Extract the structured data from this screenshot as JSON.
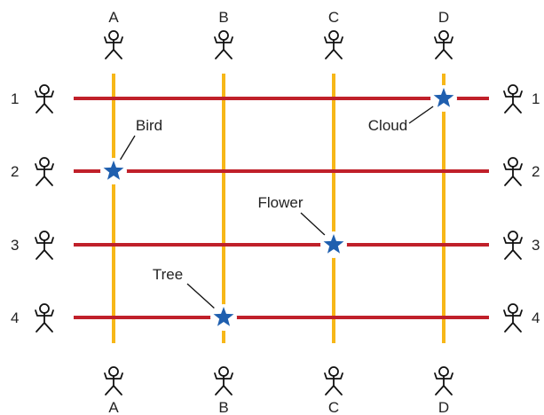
{
  "columns": [
    {
      "label": "A"
    },
    {
      "label": "B"
    },
    {
      "label": "C"
    },
    {
      "label": "D"
    }
  ],
  "rows": [
    {
      "label": "1"
    },
    {
      "label": "2"
    },
    {
      "label": "3"
    },
    {
      "label": "4"
    }
  ],
  "markers": [
    {
      "label": "Cloud",
      "column": "D",
      "row": "1"
    },
    {
      "label": "Bird",
      "column": "A",
      "row": "2"
    },
    {
      "label": "Flower",
      "column": "C",
      "row": "3"
    },
    {
      "label": "Tree",
      "column": "B",
      "row": "4"
    }
  ],
  "colors": {
    "vertical_lines": "#F7B718",
    "horizontal_lines": "#C0202A",
    "stars": "#1F5FAF",
    "figures": "#111111",
    "text": "#222222"
  },
  "icons": {
    "figure": "stick-person-icon",
    "marker": "star-icon"
  }
}
